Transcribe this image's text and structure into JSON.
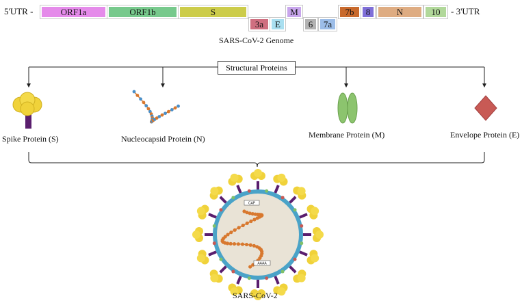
{
  "genome": {
    "utr5": "5'UTR -",
    "utr3": "- 3'UTR",
    "title": "SARS-CoV-2  Genome",
    "genes_top": [
      {
        "label": "ORF1a",
        "color": "#e58bea"
      },
      {
        "label": "ORF1b",
        "color": "#77c98c"
      },
      {
        "label": "S",
        "color": "#cccc4a"
      },
      {
        "label": "M",
        "color": "#c8a6ec"
      },
      {
        "label": "7b",
        "color": "#c8692c"
      },
      {
        "label": "8",
        "color": "#7f6fd8"
      },
      {
        "label": "N",
        "color": "#deac82"
      },
      {
        "label": "10",
        "color": "#b1d89a"
      }
    ],
    "genes_bottom": [
      {
        "label": "3a",
        "color": "#cf6f80"
      },
      {
        "label": "E",
        "color": "#a9dff0"
      },
      {
        "label": "6",
        "color": "#b3b3b3"
      },
      {
        "label": "7a",
        "color": "#9cbde8"
      }
    ]
  },
  "structural": {
    "title": "Structural  Proteins",
    "proteins": [
      {
        "label": "Spike Protein (S)",
        "icon": "spike-protein-icon"
      },
      {
        "label": "Nucleocapsid  Protein (N)",
        "icon": "nucleocapsid-icon"
      },
      {
        "label": "Membrane Protein (M)",
        "icon": "membrane-protein-icon"
      },
      {
        "label": "Envelope Protein (E)",
        "icon": "envelope-protein-icon"
      }
    ]
  },
  "virion": {
    "label": "SARS-CoV-2",
    "cap_label": "CAP",
    "polya_label": "AAAA"
  },
  "colors": {
    "spike": "#f0d23a",
    "stalk": "#5a1e6e",
    "rna": "#d8782e",
    "rna_bead": "#4a8fc8",
    "membrane": "#7fc06a",
    "envelope": "#c85a55",
    "virion_ring": "#4aa3c8",
    "virion_inner": "#e9e3d6"
  }
}
